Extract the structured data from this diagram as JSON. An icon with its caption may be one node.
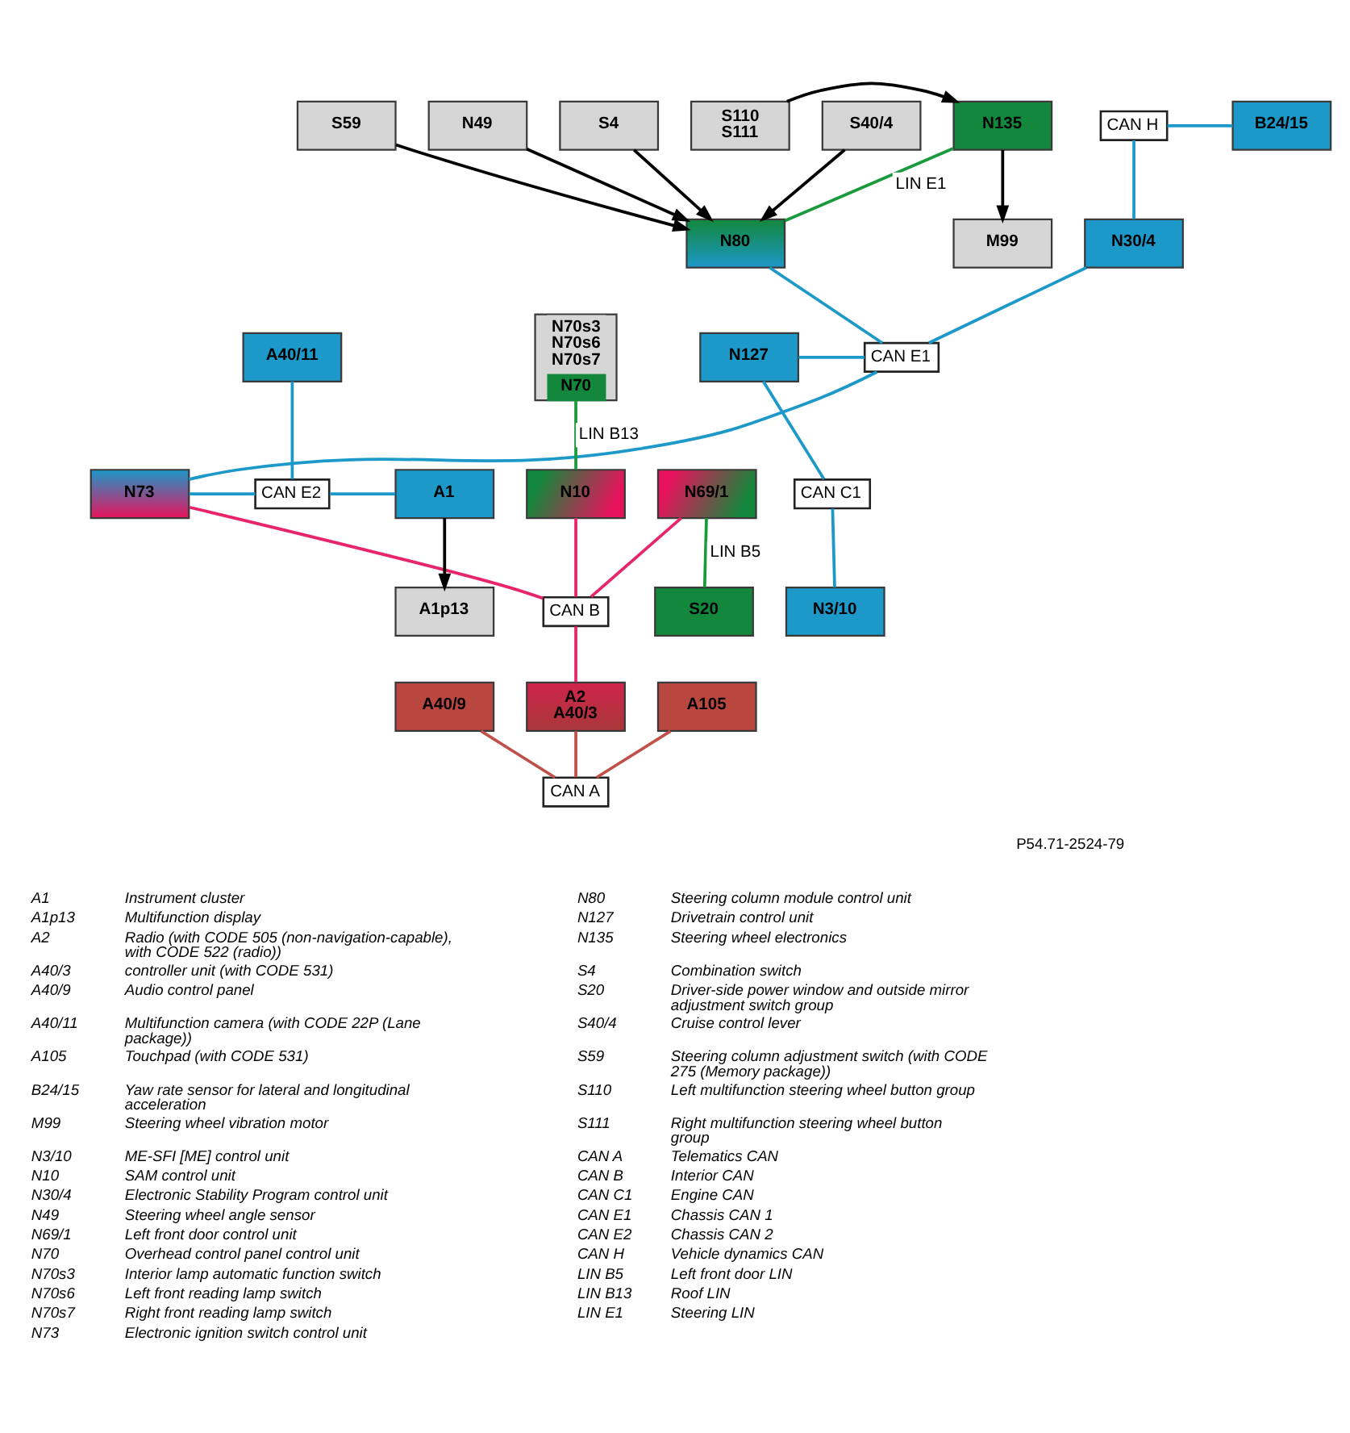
{
  "diagram": {
    "nodes": [
      {
        "text": [
          "S4"
        ]
      },
      {
        "text": [
          "N135"
        ]
      },
      {
        "text": [
          "M99"
        ]
      },
      {
        "text": [
          "S40/4"
        ]
      },
      {
        "text": [
          "CAN H"
        ]
      },
      {
        "text": [
          "B24/15"
        ]
      },
      {
        "text": [
          "S110",
          "S111"
        ]
      },
      {
        "text": [
          "S59"
        ]
      },
      {
        "text": [
          "N49"
        ]
      },
      {
        "text": [
          "N80"
        ]
      },
      {
        "text": [
          "N30/4"
        ]
      },
      {
        "text": [
          "A1p13"
        ]
      },
      {
        "text": [
          "N127"
        ]
      },
      {
        "text": [
          "CAN E1"
        ]
      },
      {
        "text": [
          "A40/11"
        ]
      },
      {
        "text": [
          "N73"
        ]
      },
      {
        "text": [
          "CAN C1"
        ]
      },
      {
        "text": [
          "CAN E2"
        ]
      },
      {
        "text": [
          "A1"
        ]
      },
      {
        "text": [
          "N70s3",
          "N70s6",
          "N70s7",
          "N70"
        ]
      },
      {
        "text": [
          "N3/10"
        ]
      },
      {
        "text": [
          "N10"
        ]
      },
      {
        "text": [
          "N69/1"
        ]
      },
      {
        "text": [
          "S20"
        ]
      },
      {
        "text": [
          "CAN B"
        ]
      },
      {
        "text": [
          "A40/9"
        ]
      },
      {
        "text": [
          "A2",
          "A40/3"
        ]
      },
      {
        "text": [
          "A105"
        ]
      },
      {
        "text": [
          "CAN A"
        ]
      }
    ],
    "edges": [
      {
        "from": 0,
        "to": 9,
        "arrow": "to",
        "color": "#000000"
      },
      {
        "from": 3,
        "to": 9,
        "arrow": "to",
        "color": "#000000"
      },
      {
        "from": 7,
        "to": 9,
        "arrow": "to",
        "color": "#000000"
      },
      {
        "from": 8,
        "to": 9,
        "arrow": "to",
        "color": "#000000"
      },
      {
        "from": 1,
        "to": 2,
        "arrow": "to",
        "color": "#000000"
      },
      {
        "from": 6,
        "to": 1,
        "arrow": "to",
        "color": "#000000"
      },
      {
        "from": 1,
        "to": 9,
        "arrow": "none",
        "label": "LIN E1",
        "color": "#1a9a3c"
      },
      {
        "from": 4,
        "to": 10,
        "arrow": "none"
      },
      {
        "from": 4,
        "to": 5,
        "arrow": "none"
      },
      {
        "from": 9,
        "to": 13,
        "arrow": "none"
      },
      {
        "from": 12,
        "to": 13,
        "arrow": "none"
      },
      {
        "from": 10,
        "to": 13,
        "arrow": "none"
      },
      {
        "from": 13,
        "to": 15,
        "arrow": "none"
      },
      {
        "from": 12,
        "to": 16,
        "arrow": "none"
      },
      {
        "from": 16,
        "to": 20,
        "arrow": "none"
      },
      {
        "from": 15,
        "to": 17,
        "arrow": "none"
      },
      {
        "from": 14,
        "to": 17,
        "arrow": "none"
      },
      {
        "from": 17,
        "to": 18,
        "arrow": "none"
      },
      {
        "from": 18,
        "to": 11,
        "arrow": "to",
        "color": "#000000"
      },
      {
        "from": 19,
        "to": 21,
        "arrow": "none",
        "label": "LIN B13",
        "color": "#1a9a3c"
      },
      {
        "from": 21,
        "to": 24,
        "arrow": "none",
        "color": "#e8246a"
      },
      {
        "from": 15,
        "to": 24,
        "arrow": "none",
        "color": "#e8246a"
      },
      {
        "from": 22,
        "to": 24,
        "arrow": "none",
        "color": "#e8246a"
      },
      {
        "from": 22,
        "to": 23,
        "arrow": "none",
        "label": "LIN B5",
        "color": "#1a9a3c"
      },
      {
        "from": 24,
        "to": 26,
        "arrow": "none",
        "color": "#e8246a"
      },
      {
        "from": 25,
        "to": 28,
        "arrow": "none",
        "color": "#c0504a"
      },
      {
        "from": 26,
        "to": 28,
        "arrow": "none",
        "color": "#c0504a"
      },
      {
        "from": 27,
        "to": 28,
        "arrow": "none",
        "color": "#c0504a"
      }
    ],
    "labels": [
      "P54.71-2524-79",
      "A1",
      "Instrument cluster",
      "N80",
      "Steering column module control unit",
      "A1p13",
      "Multifunction display",
      "N127",
      "Drivetrain control unit",
      "A2",
      "Radio (with CODE 505 (non-navigation-capable), with CODE 522 (radio))",
      "N135",
      "Steering wheel electronics",
      "A40/3",
      "controller unit (with CODE 531)",
      "S4",
      "Combination switch",
      "A40/9",
      "Audio control panel",
      "S20",
      "Driver-side power window and outside mirror adjustment switch group",
      "A40/11",
      "Multifunction camera (with CODE 22P (Lane package))",
      "S40/4",
      "Cruise control lever",
      "A105",
      "Touchpad (with CODE 531)",
      "S59",
      "Steering column adjustment switch (with CODE 275 (Memory package))",
      "B24/15",
      "Yaw rate sensor for lateral and longitudinal acceleration",
      "S110",
      "Left multifunction steering wheel button group",
      "M99",
      "Steering wheel vibration motor",
      "S111",
      "Right multifunction steering wheel button group",
      "N3/10",
      "ME-SFI [ME] control unit",
      "CAN A",
      "Telematics CAN",
      "N10",
      "SAM control unit",
      "CAN B",
      "Interior CAN",
      "N30/4",
      "Electronic Stability Program control unit",
      "CAN C1",
      "Engine CAN",
      "N49",
      "Steering wheel angle sensor",
      "CAN E1",
      "Chassis CAN 1",
      "N69/1",
      "Left front door control unit",
      "CAN E2",
      "Chassis CAN 2",
      "N70",
      "Overhead control panel control unit",
      "CAN H",
      "Vehicle dynamics CAN",
      "N70s3",
      "Interior lamp automatic function switch",
      "LIN B5",
      "Left front door LIN",
      "N70s6",
      "Left front reading lamp switch",
      "LIN B13",
      "Roof LIN",
      "N70s7",
      "Right front reading lamp switch",
      "LIN E1",
      "Steering LIN",
      "N73",
      "Electronic ignition switch control unit"
    ]
  }
}
